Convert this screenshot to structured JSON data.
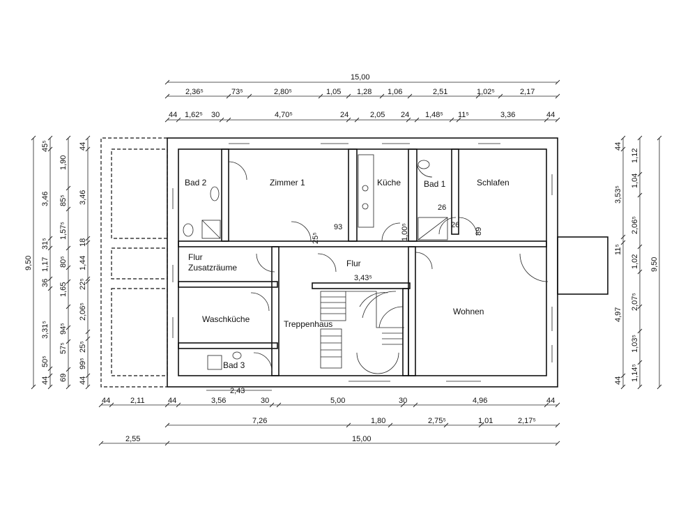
{
  "rooms": {
    "bad2": "Bad 2",
    "zimmer1": "Zimmer 1",
    "kueche": "Küche",
    "bad1": "Bad 1",
    "schlafen": "Schlafen",
    "flur_zusatz_1": "Flur",
    "flur_zusatz_2": "Zusatzräume",
    "flur": "Flur",
    "waschkueche": "Waschküche",
    "treppenhaus": "Treppenhaus",
    "wohnen": "Wohnen",
    "bad3": "Bad 3"
  },
  "dims": {
    "top_total": "15,00",
    "top_row1": [
      "2,36⁵",
      "73⁵",
      "2,80⁵",
      "1,05",
      "1,28",
      "1,06",
      "2,51",
      "1,02⁵",
      "2,17"
    ],
    "top_row2": [
      "44",
      "1,62⁵",
      "30",
      "4,70⁵",
      "24",
      "2,05",
      "24",
      "1,48⁵",
      "11⁵",
      "3,36",
      "44"
    ],
    "bottom_row1": [
      "44",
      "2,11",
      "44",
      "3,56",
      "30",
      "5,00",
      "30",
      "4,96",
      "44"
    ],
    "bottom_row2": [
      "7,26",
      "1,80",
      "2,75⁵",
      "1,01",
      "2,17⁵"
    ],
    "bottom_total_left": "2,55",
    "bottom_total": "15,00",
    "left_outer": "9,50",
    "left_col2": [
      "45⁵",
      "3,46",
      "31⁵",
      "1,17",
      "36",
      "3,31⁵",
      "50⁵",
      "44"
    ],
    "left_col3": [
      "1,90",
      "85⁵",
      "1,57⁵",
      "80⁵",
      "1,65",
      "94⁵",
      "57⁵",
      "69"
    ],
    "left_col4": [
      "44",
      "3,46",
      "18",
      "1,44",
      "22⁵",
      "2,06⁵",
      "25⁵",
      "99⁵",
      "44"
    ],
    "right_col1": [
      "44",
      "3,53⁵",
      "11⁵",
      "4,97",
      "44"
    ],
    "right_col2": [
      "1,12",
      "1,04",
      "2,06⁵",
      "1,02",
      "2,07⁵",
      "1,03⁵",
      "1,14⁵"
    ],
    "right_outer": "9,50",
    "interior": [
      "93",
      "25⁵",
      "1,00⁵",
      "26",
      "26",
      "89",
      "3,43⁵",
      "2,43"
    ]
  }
}
